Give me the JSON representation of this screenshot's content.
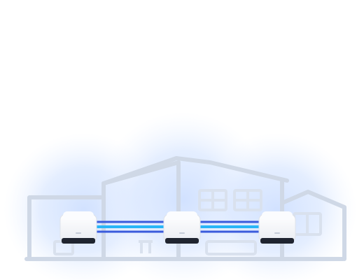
{
  "illustration": {
    "nodes": [
      {
        "name": "mesh-node-left"
      },
      {
        "name": "mesh-node-center"
      },
      {
        "name": "mesh-node-right"
      }
    ],
    "links": [
      {
        "from": "mesh-node-left",
        "to": "mesh-node-center"
      },
      {
        "from": "mesh-node-center",
        "to": "mesh-node-right"
      }
    ],
    "colors": {
      "house_outline": "#cfd8e6",
      "coverage_glow": "#cfe0ff",
      "link_dark": "#3a5bdc",
      "link_light": "#29b6f6",
      "node_top": "#f7f8fb",
      "node_side": "#e6e9ef",
      "node_base": "#1f2430"
    }
  }
}
